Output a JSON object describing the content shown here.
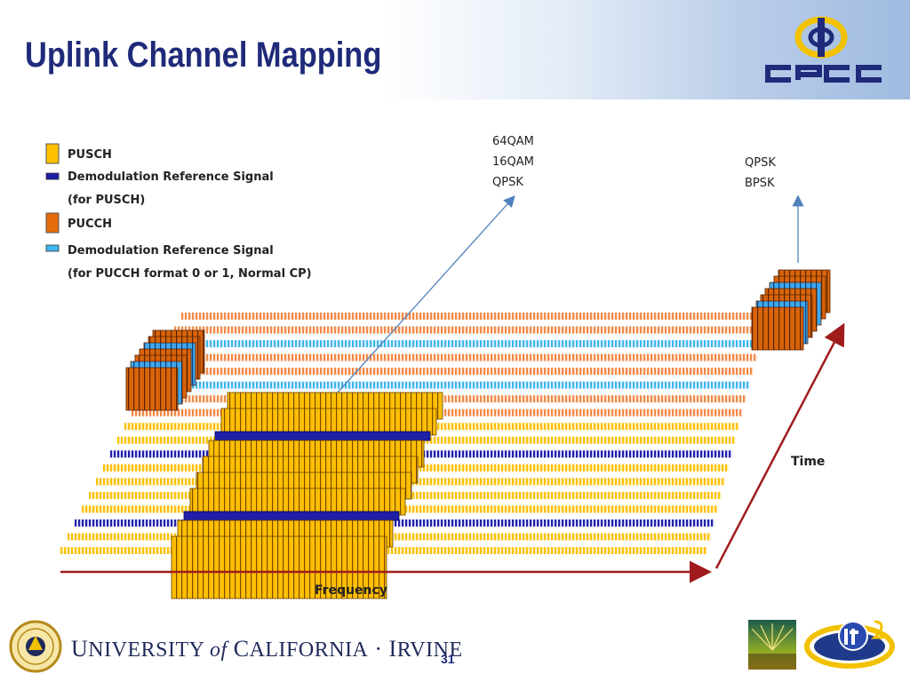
{
  "title": "Uplink Channel Mapping",
  "logos": {
    "top_right": "CPCC",
    "bottom_left": "UC Irvine seal",
    "bottom_right_1": "UCIrvine",
    "bottom_right_2": "it2"
  },
  "legend": [
    {
      "label": "PUSCH",
      "color": "#ffc000"
    },
    {
      "label": "Demodulation Reference Signal",
      "color": "#1f1fa8"
    },
    {
      "label": "(for PUSCH)",
      "color": ""
    },
    {
      "label": "PUCCH",
      "color": "#e46c0a"
    },
    {
      "label": "Demodulation Reference Signal",
      "color": "#3fb6ef"
    },
    {
      "label": "(for PUCCH format 0 or 1, Normal CP)",
      "color": ""
    }
  ],
  "modulation_pusch": [
    "64QAM",
    "16QAM",
    "QPSK"
  ],
  "modulation_pucch": [
    "QPSK",
    "BPSK"
  ],
  "axes": {
    "frequency": "Frequency",
    "time": "Time"
  },
  "colors": {
    "pusch": "#ffc000",
    "pusch_dmrs": "#1f1fa8",
    "pucch": "#e46c0a",
    "pucch_dmrs": "#3fb6ef",
    "axis": "#a01c1c",
    "title": "#1f2a7a"
  },
  "footer": {
    "university_parts": [
      "U",
      "NIVERSITY ",
      "of",
      " C",
      "ALIFORNIA",
      " · I",
      "RVINE"
    ],
    "page_number": "31"
  }
}
